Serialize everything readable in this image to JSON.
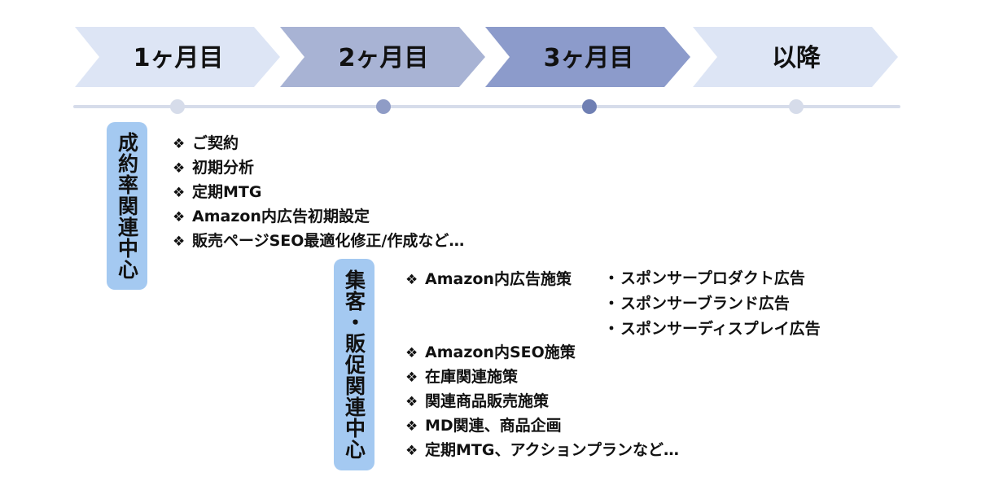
{
  "phases": [
    {
      "label": "1ヶ月目",
      "color": "#dde5f5"
    },
    {
      "label": "2ヶ月目",
      "color": "#a8b3d4"
    },
    {
      "label": "3ヶ月目",
      "color": "#8c9bcb"
    },
    {
      "label": "以降",
      "color": "#dde5f5"
    }
  ],
  "timeline": {
    "line_color": "#d6dcea",
    "dot_colors": [
      "#d6dcea",
      "#8f9cc6",
      "#6f7fb3",
      "#d6dcea"
    ]
  },
  "section1": {
    "badge": "成約率関連中心",
    "badge_color": "#a4c9f1",
    "items": [
      "ご契約",
      "初期分析",
      "定期MTG",
      "Amazon内広告初期設定",
      "販売ページSEO最適化修正/作成など…"
    ]
  },
  "section2": {
    "badge": "集客・販促関連中心",
    "badge_color": "#a4c9f1",
    "items": [
      "Amazon内広告施策",
      "",
      "",
      "Amazon内SEO施策",
      "在庫関連施策",
      "関連商品販売施策",
      "MD関連、商品企画",
      "定期MTG、アクションプランなど…"
    ],
    "ad_types": [
      "スポンサープロダクト広告",
      "スポンサーブランド広告",
      "スポンサーディスプレイ広告"
    ]
  },
  "bullet_glyph": "❖",
  "sub_bullet_glyph": "・"
}
